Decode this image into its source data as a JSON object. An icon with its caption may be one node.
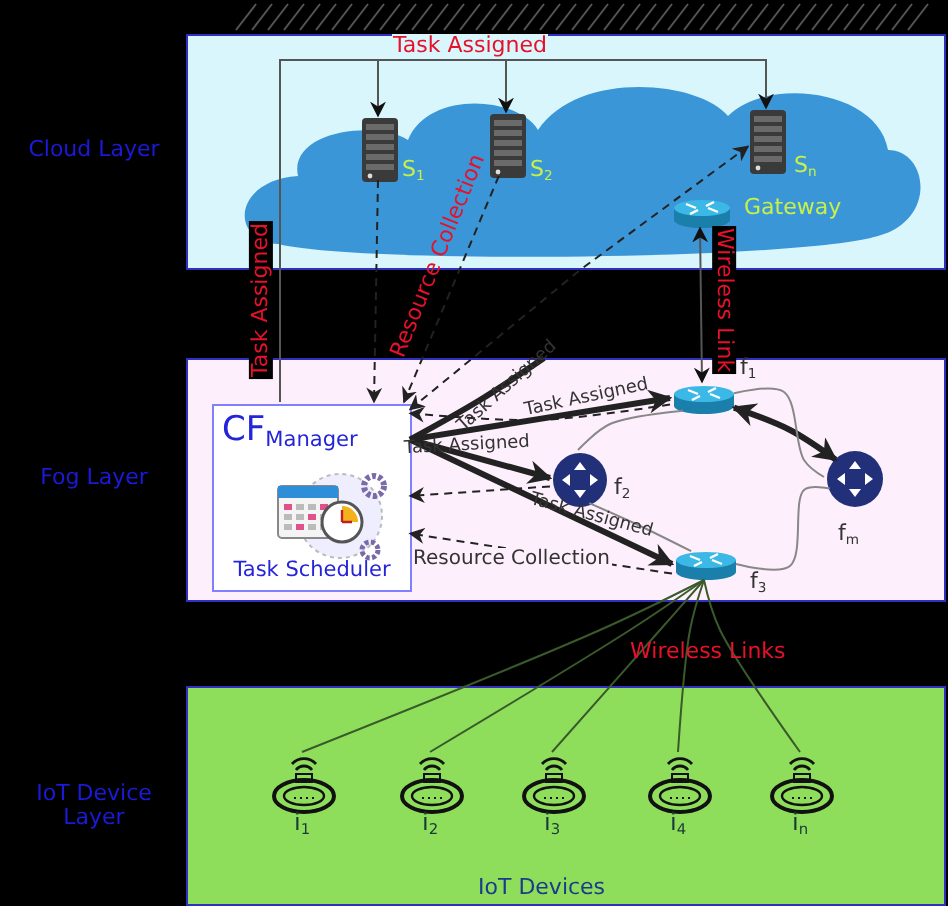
{
  "diagram": {
    "nodes": [
      {
        "text": [
          "Cloud Layer"
        ]
      },
      {
        "text": [
          "S$_{1}$"
        ],
        "in": 0
      },
      {
        "text": [
          "S$_{2}$"
        ],
        "in": 0
      },
      {
        "text": [
          "S$_{n}$"
        ],
        "in": 0
      },
      {
        "text": [
          "Gateway"
        ],
        "in": 0
      },
      {
        "text": [
          "Fog Layer"
        ]
      },
      {
        "text": [
          "CF$_{Manager}$",
          "Task Scheduler"
        ],
        "in": 5
      },
      {
        "text": [
          "f$_{1}$"
        ],
        "in": 5
      },
      {
        "text": [
          "f$_{2}$"
        ],
        "in": 5
      },
      {
        "text": [
          "f$_{3}$"
        ],
        "in": 5
      },
      {
        "text": [
          "f$_{m}$"
        ],
        "in": 5
      },
      {
        "text": [
          "IoT Device Layer",
          "IoT Devices"
        ]
      },
      {
        "text": [
          "i$_{1}$"
        ],
        "in": 11
      },
      {
        "text": [
          "i$_{2}$"
        ],
        "in": 11
      },
      {
        "text": [
          "i$_{3}$"
        ],
        "in": 11
      },
      {
        "text": [
          "i$_{4}$"
        ],
        "in": 11
      },
      {
        "text": [
          "i$_{n}$"
        ],
        "in": 11
      }
    ],
    "edges": [
      {
        "from": 6,
        "to": 1,
        "arrow": "to",
        "label": "Task Assigned"
      },
      {
        "from": 6,
        "to": 2,
        "arrow": "to",
        "label": "Task Assigned"
      },
      {
        "from": 6,
        "to": 3,
        "arrow": "to"
      },
      {
        "from": 1,
        "to": 6,
        "arrow": "to",
        "style": "dashed"
      },
      {
        "from": 2,
        "to": 6,
        "arrow": "to",
        "style": "dashed",
        "label": "Resource Collection"
      },
      {
        "from": 3,
        "to": 6,
        "arrow": "both",
        "style": "dashed"
      },
      {
        "from": 7,
        "to": 4,
        "arrow": "both",
        "label": "Wireless Link"
      },
      {
        "from": 6,
        "to": null,
        "arrow": "none",
        "style": "thick",
        "label": "Task Assigned"
      },
      {
        "from": 6,
        "to": 7,
        "arrow": "to",
        "style": "thick",
        "label": "Task Assigned"
      },
      {
        "from": 6,
        "to": 8,
        "arrow": "to",
        "style": "thick",
        "label": "Task Assigned"
      },
      {
        "from": 6,
        "to": 9,
        "arrow": "to",
        "style": "thick",
        "label": "Task Assigned"
      },
      {
        "from": 7,
        "to": 10,
        "arrow": "both",
        "style": "thick"
      },
      {
        "from": 7,
        "to": 6,
        "arrow": "to",
        "style": "dashed"
      },
      {
        "from": 8,
        "to": 6,
        "arrow": "to",
        "style": "dashed"
      },
      {
        "from": 9,
        "to": 6,
        "arrow": "to",
        "style": "dashed",
        "label": "Resource Collection"
      },
      {
        "from": 7,
        "to": 8,
        "arrow": "none",
        "color": "#888888"
      },
      {
        "from": 8,
        "to": 9,
        "arrow": "none",
        "color": "#888888"
      },
      {
        "from": 9,
        "to": 10,
        "arrow": "none",
        "color": "#888888"
      },
      {
        "from": 7,
        "to": 10,
        "arrow": "none",
        "color": "#888888"
      },
      {
        "from": 9,
        "to": 12,
        "arrow": "none",
        "color": "#3a5a2a"
      },
      {
        "from": 9,
        "to": 13,
        "arrow": "none",
        "color": "#3a5a2a"
      },
      {
        "from": 9,
        "to": 14,
        "arrow": "none",
        "color": "#3a5a2a"
      },
      {
        "from": 9,
        "to": 15,
        "arrow": "none",
        "color": "#3a5a2a"
      },
      {
        "from": 9,
        "to": 16,
        "arrow": "none",
        "color": "#3a5a2a"
      }
    ],
    "labels": [
      "Wireless Links"
    ]
  }
}
